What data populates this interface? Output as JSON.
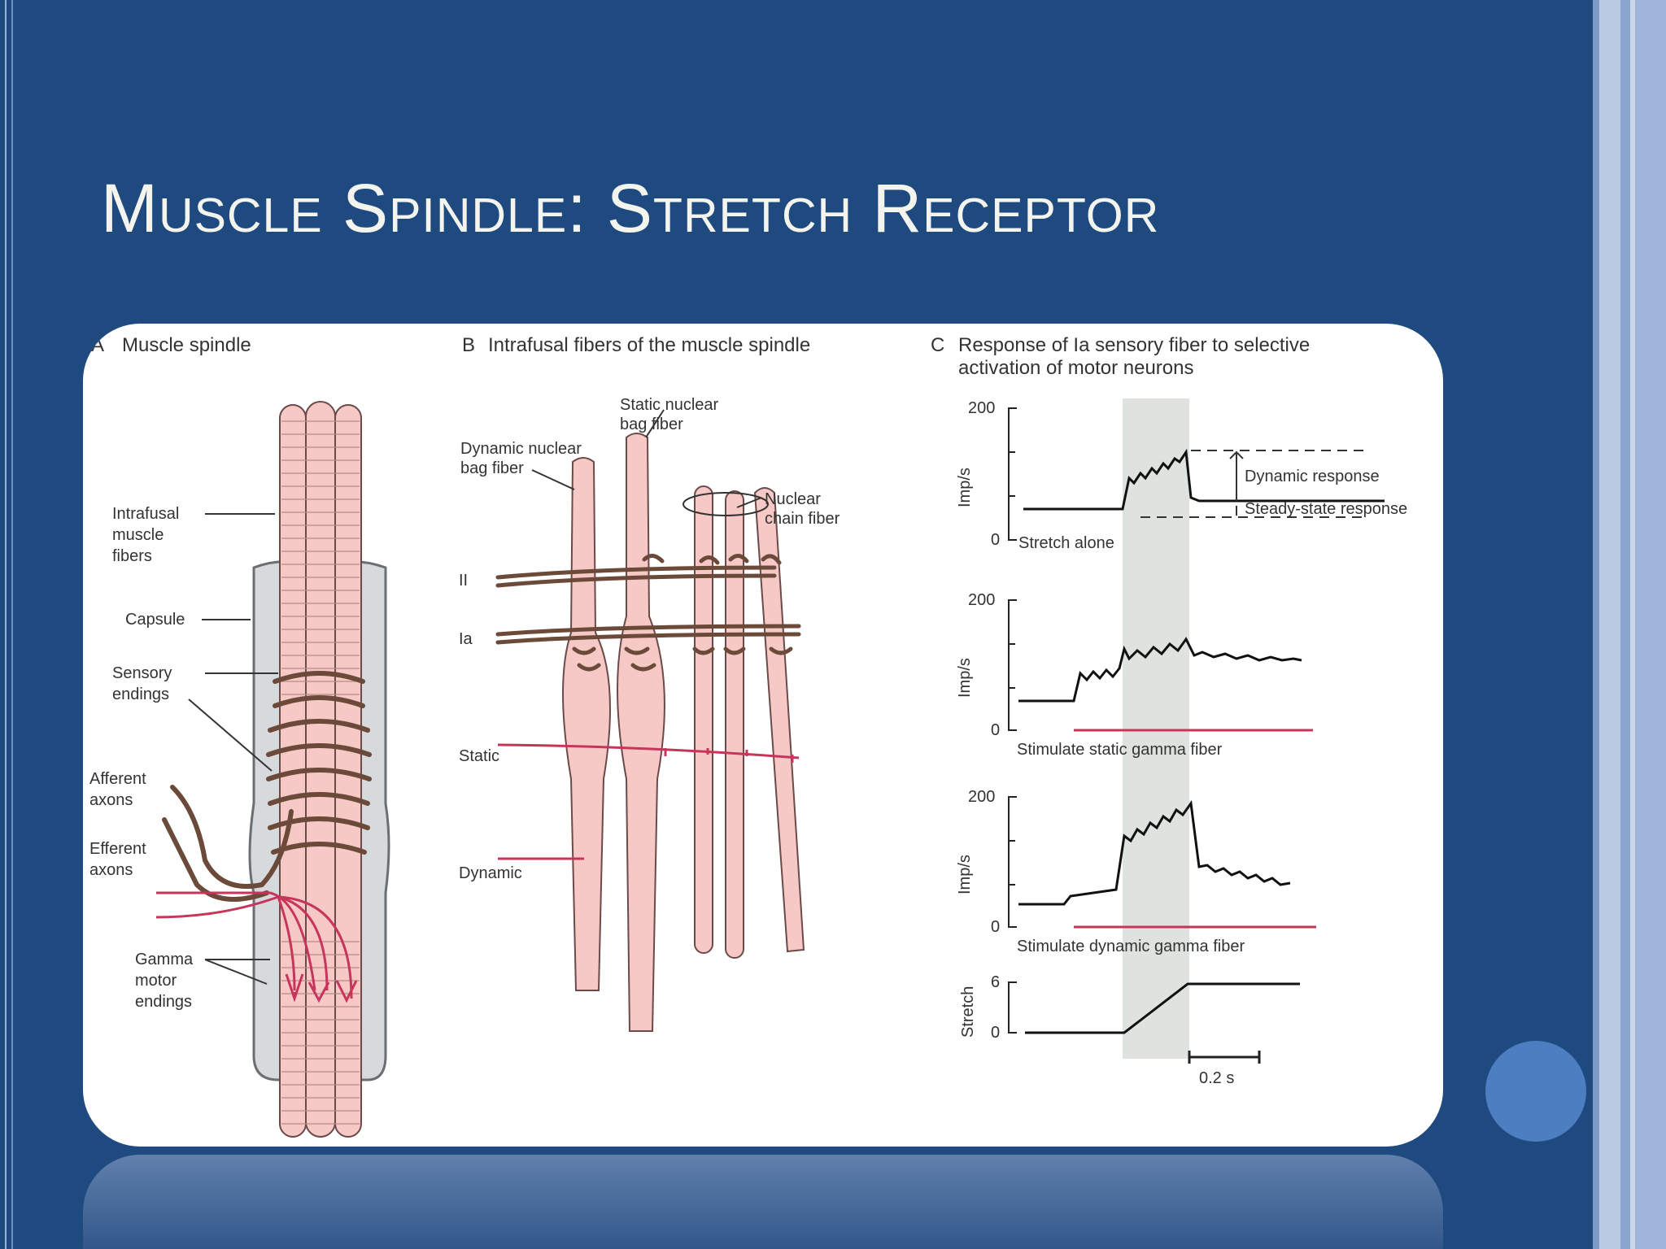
{
  "slide": {
    "title": "Muscle Spindle: Stretch Receptor"
  },
  "panel_a": {
    "label": "A",
    "title": "Muscle spindle",
    "labels": {
      "intrafusal": [
        "Intrafusal",
        "muscle",
        "fibers"
      ],
      "capsule": "Capsule",
      "sensory": [
        "Sensory",
        "endings"
      ],
      "afferent": [
        "Afferent",
        "axons"
      ],
      "efferent": [
        "Efferent",
        "axons"
      ],
      "gamma": [
        "Gamma",
        "motor",
        "endings"
      ]
    }
  },
  "panel_b": {
    "label": "B",
    "title": "Intrafusal fibers of the muscle spindle",
    "labels": {
      "dynamic_bag": [
        "Dynamic nuclear",
        "bag fiber"
      ],
      "static_bag": [
        "Static nuclear",
        "bag fiber"
      ],
      "chain": [
        "Nuclear",
        "chain fiber"
      ],
      "ii": "II",
      "ia": "Ia",
      "static": "Static",
      "dynamic": "Dynamic"
    }
  },
  "panel_c": {
    "label": "C",
    "title_line1": "Response of Ia sensory fiber to selective",
    "title_line2": "activation of motor neurons",
    "ylabel": "Imp/s",
    "tick_200": "200",
    "tick_0": "0",
    "trace1_label": "Stretch alone",
    "dynamic_response": "Dynamic response",
    "steady_response": "Steady-state response",
    "trace2_label": "Stimulate static gamma fiber",
    "trace3_label": "Stimulate dynamic gamma fiber",
    "stretch_ylabel": "Stretch",
    "stretch_tick_6": "6",
    "stretch_tick_0": "0",
    "scale_bar": "0.2 s"
  },
  "colors": {
    "background": "#1f4a80",
    "fiber": "#f6c9c6",
    "nerve": "#c7365a",
    "shade": "#dfe3df"
  }
}
